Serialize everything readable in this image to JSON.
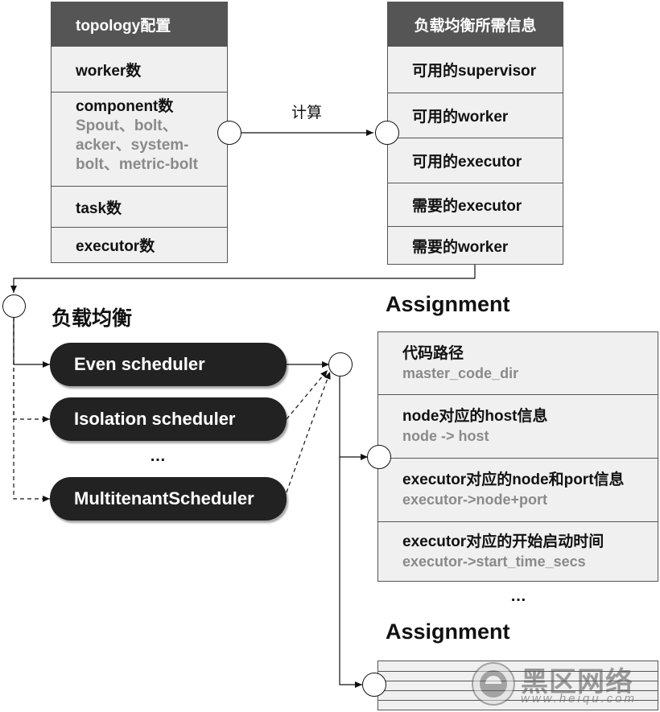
{
  "topology_config": {
    "header": "topology配置",
    "rows": [
      "worker数",
      "task数",
      "executor数"
    ],
    "component_label": "component数",
    "component_detail": [
      "Spout、bolt、",
      "acker、system-",
      "bolt、metric-bolt"
    ]
  },
  "calc_label": "计算",
  "lb_info": {
    "header": "负载均衡所需信息",
    "rows": [
      "可用的supervisor",
      "可用的worker",
      "可用的executor",
      "需要的executor",
      "需要的worker"
    ]
  },
  "lb_title": "负载均衡",
  "schedulers": [
    "Even scheduler",
    "Isolation scheduler",
    "MultitenantScheduler"
  ],
  "scheduler_ellipsis": "…",
  "assignment": {
    "title": "Assignment",
    "rows": [
      {
        "main": "代码路径",
        "sub": "master_code_dir"
      },
      {
        "main": "node对应的host信息",
        "sub": "node -> host"
      },
      {
        "main": "executor对应的node和port信息",
        "sub": "executor->node+port"
      },
      {
        "main": "executor对应的开始启动时间",
        "sub": "executor->start_time_secs"
      }
    ],
    "ellipsis": "…"
  },
  "assignment2": {
    "title": "Assignment"
  },
  "watermark": {
    "text": "黑区网络",
    "url": "www.heiqu.com"
  },
  "colors": {
    "header_bg": "#555555",
    "cell_bg": "#f0f0f0",
    "pill_bg": "#222222",
    "sub_text": "#8a8a8a"
  }
}
